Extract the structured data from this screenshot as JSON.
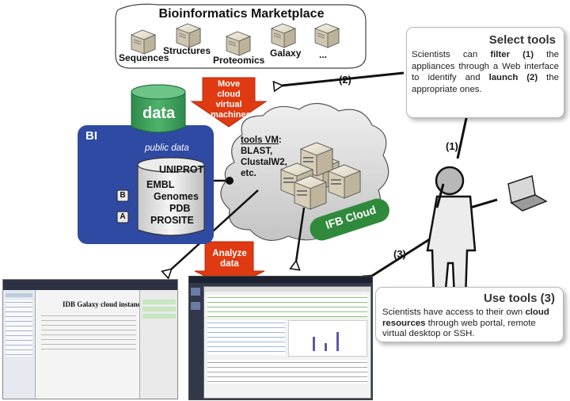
{
  "marketplace": {
    "title": "Bioinformatics Marketplace",
    "items": [
      "Sequences",
      "Structures",
      "Proteomics",
      "Galaxy",
      "..."
    ]
  },
  "arrows": {
    "move": [
      "Move",
      "cloud",
      "virtual",
      "machines"
    ],
    "analyze": [
      "Analyze",
      "data"
    ]
  },
  "steps": {
    "s1": "(1)",
    "s2": "(2)",
    "s3": "(3)"
  },
  "data_cylinder": "data",
  "bi": {
    "label": "BI",
    "public": "public data",
    "databases": [
      "UNIPROT",
      "EMBL",
      "Genomes",
      "PDB",
      "PROSITE"
    ],
    "badges": [
      "B",
      "A"
    ]
  },
  "cloud": {
    "vm_title": "tools VM",
    "vm_tools": [
      "BLAST,",
      "ClustalW2,",
      "etc."
    ],
    "badge": "IFB Cloud"
  },
  "select_tools": {
    "title": "Select tools",
    "text_1": "Scientists can ",
    "filter": "filter (1)",
    "text_2": " the appliances through a Web interface to identify and ",
    "launch": "launch (2)",
    "text_3": " the appropriate ones."
  },
  "use_tools": {
    "title": "Use tools (3)",
    "text_1": "Scientists have access to their own ",
    "cloud_resources": "cloud resources",
    "text_2": " through web portal, remote virtual desktop or SSH."
  },
  "galaxy_screenshot": {
    "heading": "IDB Galaxy cloud instance"
  },
  "colors": {
    "bi_blue": "#2e4aa3",
    "cylinder_green": "#3f9e5a",
    "arrow_red": "#e03a12",
    "ifb_green": "#2f8a3c"
  }
}
